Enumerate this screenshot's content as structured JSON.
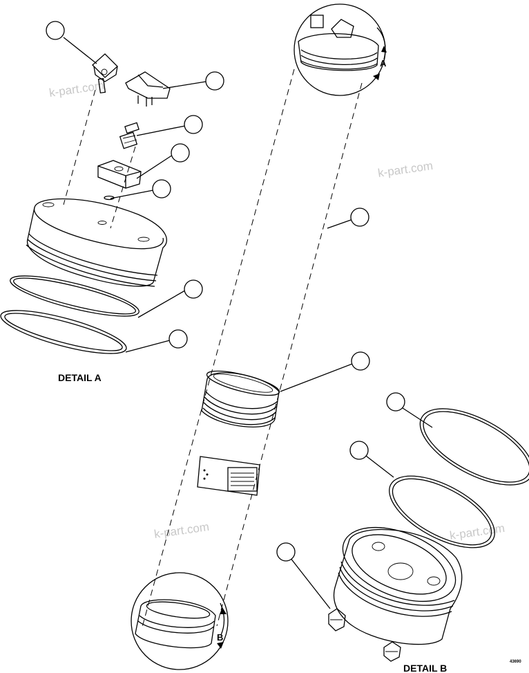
{
  "detail_a_label": "DETAIL A",
  "detail_b_label": "DETAIL B",
  "view_a_letter": "A",
  "view_b_letter": "B",
  "figure_number": "43690",
  "watermark": "k-part.com"
}
